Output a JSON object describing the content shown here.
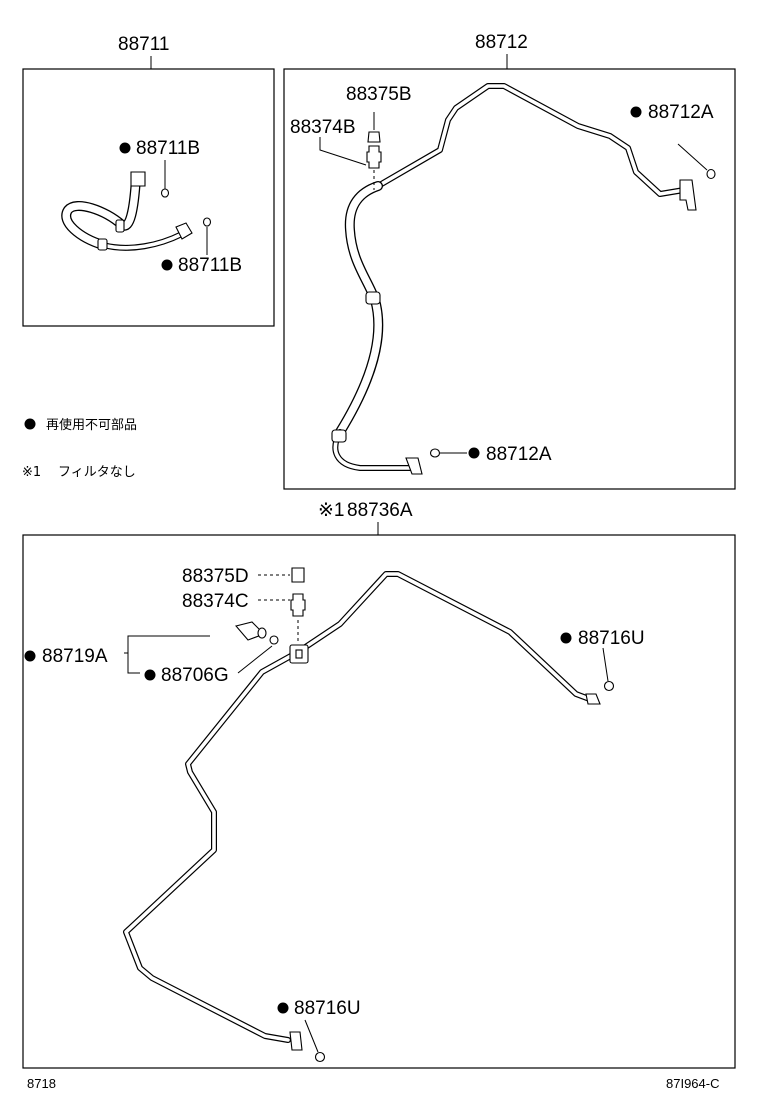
{
  "diagram": {
    "groups": {
      "g1": "88711",
      "g2": "88712",
      "g3_mark": "※1",
      "g3": "88736A"
    },
    "callouts": {
      "c_88711B_top": "88711B",
      "c_88711B_bottom": "88711B",
      "c_88375B": "88375B",
      "c_88374B": "88374B",
      "c_88712A_top": "88712A",
      "c_88712A_bottom": "88712A",
      "c_88375D": "88375D",
      "c_88374C": "88374C",
      "c_88719A": "88719A",
      "c_88706G": "88706G",
      "c_88716U_top": "88716U",
      "c_88716U_bottom": "88716U"
    },
    "legend": {
      "non_reusable": "再使用不可部品",
      "note_mark": "※1",
      "note_text": "フィルタなし"
    },
    "footer": {
      "left_code": "8718",
      "right_code": "87I964-C"
    }
  }
}
